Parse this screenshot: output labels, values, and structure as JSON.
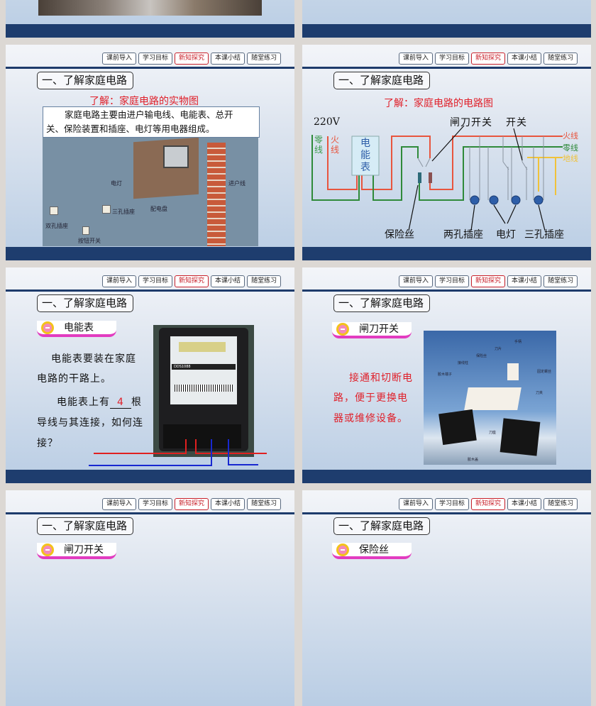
{
  "nav": [
    "课前导入",
    "学习目标",
    "新知探究",
    "本课小结",
    "随堂练习"
  ],
  "nav_active_index": 2,
  "section_title": "一、了解家庭电路",
  "slide_real": {
    "subtitle": "了解：家庭电路的实物图",
    "text_line1": "家庭电路主要由进户输电线、电能表、总开",
    "text_line2": "关、保险装置和插座、电灯等用电器组成。",
    "labels": {
      "lamp": "电灯",
      "inlet": "进户线",
      "three_socket": "三孔插座",
      "panel": "配电盘",
      "two_socket": "双孔插座",
      "button_switch": "按钮开关"
    }
  },
  "slide_circuit": {
    "subtitle": "了解：家庭电路的电路图",
    "voltage": "220V",
    "neutral_vertical": "零线",
    "live_vertical": "火线",
    "meter": "电能表",
    "knife_switch": "闸刀开关",
    "switch": "开关",
    "live": "火线",
    "neutral": "零线",
    "ground": "地线",
    "fuse": "保险丝",
    "two_socket": "两孔插座",
    "lamp": "电灯",
    "three_socket": "三孔插座",
    "colors": {
      "live": "#e8553e",
      "neutral": "#2f8a3a",
      "ground": "#f0c23a"
    }
  },
  "slide_meter": {
    "badge": "电能表",
    "line1": "电能表要装在家庭",
    "line2": "电路的干路上。",
    "line3_pre": "电能表上有",
    "line3_answer": "4",
    "line3_post": "根",
    "line4": "导线与其连接，如何连",
    "line5": "接？",
    "meter_model": "DDS1088"
  },
  "slide_knife": {
    "badge": "闸刀开关",
    "line1": "接通和切断电",
    "line2": "路，便于更换电",
    "line3": "器或维修设备。",
    "labels": [
      "手柄",
      "刀片",
      "保险丝",
      "接线柱",
      "胶木端子",
      "固定螺丝",
      "刀夹",
      "刀座",
      "胶木盖"
    ]
  },
  "slide_knife2": {
    "badge": "闸刀开关"
  },
  "slide_fuse": {
    "badge": "保险丝"
  }
}
